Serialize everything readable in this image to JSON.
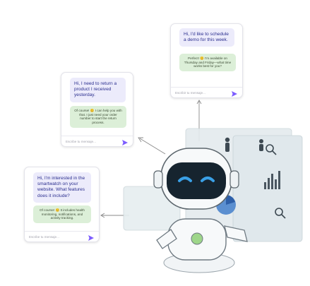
{
  "chat_top": {
    "user_message": "Hi, I'd like to schedule a demo for this week.",
    "bot_message": "Perfect! 😊 I'm available on Thursday and Friday—what time works best for you?",
    "input_placeholder": "Escribir tu mensaje..."
  },
  "chat_middle": {
    "user_message": "Hi, I need to return a product I received yesterday.",
    "bot_message": "Of course! 😊 I can help you with that. I just need your order number to start the return process.",
    "input_placeholder": "Escribe tu mensaje..."
  },
  "chat_bottom": {
    "user_message": "Hi, I'm interested in the smartwatch on your website. What features does it include?",
    "bot_message": "Of course! 😊 It includes health monitoring, notifications, and activity tracking.",
    "input_placeholder": "Escribe tu mensaje..."
  },
  "colors": {
    "accent": "#7c5cff",
    "user_bubble": "#ecebfb",
    "bot_bubble": "#dcefd8",
    "robot_eyes": "#3aa0e6"
  },
  "icons": [
    "send-icon",
    "robot-illustration",
    "arrow-icon"
  ]
}
